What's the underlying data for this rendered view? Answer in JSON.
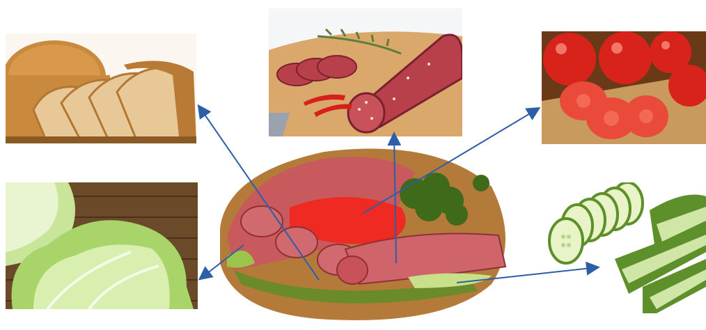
{
  "diagram": {
    "center": {
      "name": "sandwich",
      "icon": "sandwich-image"
    },
    "ingredients": [
      {
        "name": "bread",
        "icon": "bread-image"
      },
      {
        "name": "salami",
        "icon": "salami-image"
      },
      {
        "name": "tomato",
        "icon": "tomato-image"
      },
      {
        "name": "lettuce",
        "icon": "lettuce-image"
      },
      {
        "name": "cucumber",
        "icon": "cucumber-image"
      }
    ],
    "colors": {
      "arrow": "#2d5ea8",
      "tomato": "#e1241b",
      "salami": "#b8404a",
      "bread": "#c98a3e",
      "lettuce": "#a8d46a",
      "cucumber": "#7cb342"
    }
  }
}
